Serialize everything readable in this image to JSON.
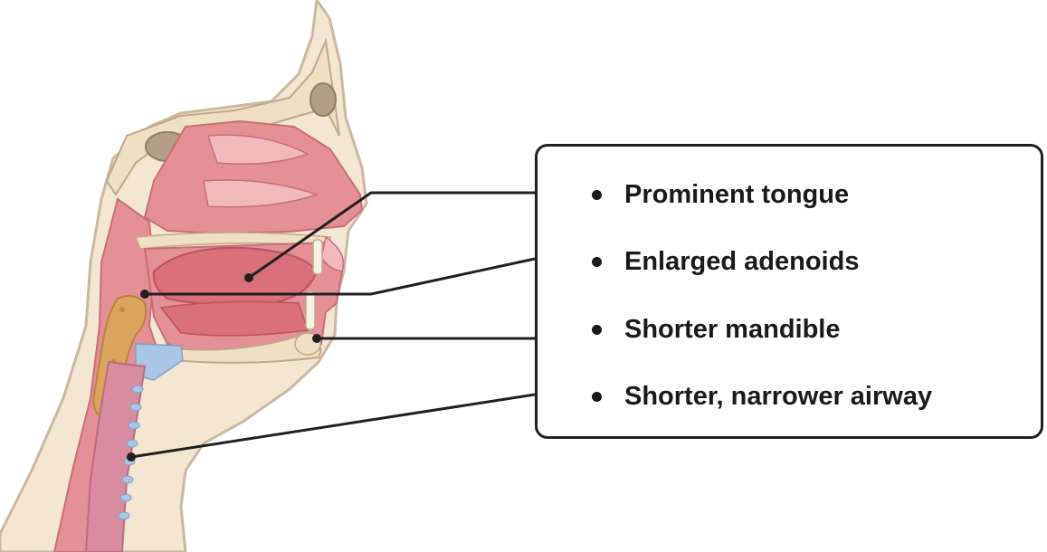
{
  "labels": [
    {
      "text": "Prominent tongue"
    },
    {
      "text": "Enlarged adenoids"
    },
    {
      "text": "Shorter mandible"
    },
    {
      "text": "Shorter, narrower airway"
    }
  ],
  "colors": {
    "skin": "#f3e7d3",
    "skin_outline": "#cdb79e",
    "bone": "#efe0c4",
    "sinus": "#b39f86",
    "soft_tissue": "#e58f96",
    "tissue_light": "#f2b9bd",
    "tongue": "#d9707b",
    "adenoid": "#dba55e",
    "cartilage": "#a9c6e6",
    "trachea": "#d88ca0",
    "leader_line": "#231f20"
  }
}
